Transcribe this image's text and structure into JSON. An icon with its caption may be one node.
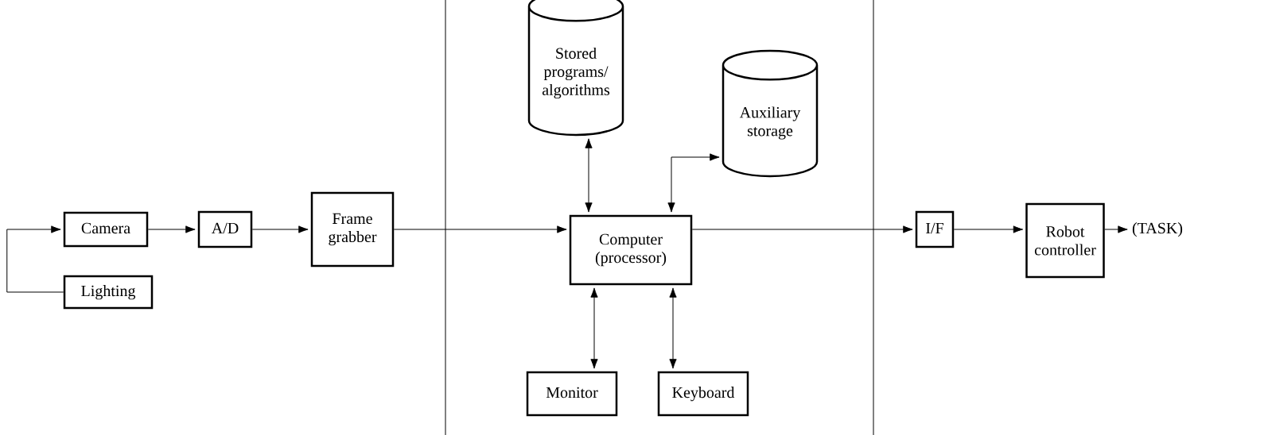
{
  "diagram": {
    "nodes": [
      {
        "text": [
          "Camera"
        ]
      },
      {
        "text": [
          "Lighting"
        ]
      },
      {
        "text": [
          "A/D"
        ]
      },
      {
        "text": [
          "Frame grabber"
        ]
      },
      {
        "text": [
          "Stored programs/ algorithms"
        ]
      },
      {
        "text": [
          "Auxiliary storage"
        ]
      },
      {
        "text": [
          "Computer (processor)"
        ]
      },
      {
        "text": [
          "Monitor"
        ]
      },
      {
        "text": [
          "Keyboard"
        ]
      },
      {
        "text": [
          "I/F"
        ]
      },
      {
        "text": [
          "Robot controller"
        ]
      },
      {
        "text": [
          "(TASK)"
        ]
      }
    ],
    "edges": [
      {
        "from": 1,
        "to": 0,
        "arrow": "to"
      },
      {
        "from": 0,
        "to": 2,
        "arrow": "to"
      },
      {
        "from": 2,
        "to": 3,
        "arrow": "to"
      },
      {
        "from": 3,
        "to": 6,
        "arrow": "to"
      },
      {
        "from": 4,
        "to": 6,
        "arrow": "both"
      },
      {
        "from": 6,
        "to": 5,
        "arrow": "both"
      },
      {
        "from": 6,
        "to": 7,
        "arrow": "both"
      },
      {
        "from": 6,
        "to": 8,
        "arrow": "both"
      },
      {
        "from": 6,
        "to": 9,
        "arrow": "to"
      },
      {
        "from": 9,
        "to": 10,
        "arrow": "to"
      },
      {
        "from": 10,
        "to": 11,
        "arrow": "to"
      }
    ]
  }
}
